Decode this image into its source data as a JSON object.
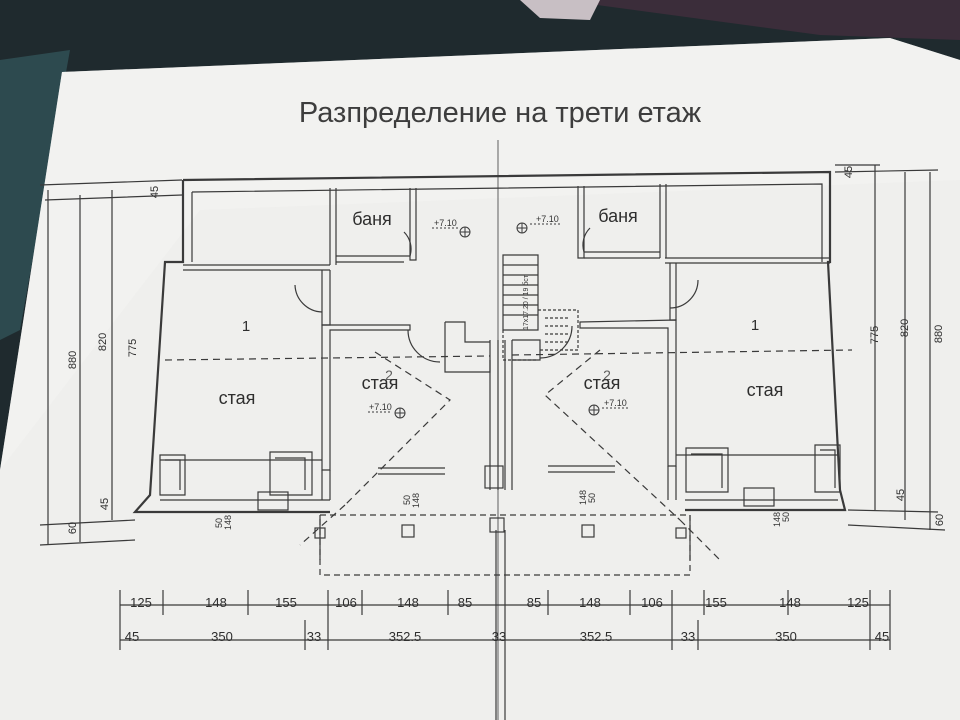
{
  "title": "Разпределение на трети етаж",
  "rooms": {
    "bath_left": "баня",
    "bath_right": "баня",
    "room1_left_number": "1",
    "room1_right_number": "1",
    "room_left_outer": "стая",
    "room_right_outer": "стая",
    "room_left_inner": "стая",
    "room_right_inner": "стая",
    "room_left_inner_number": "2",
    "room_right_inner_number": "2"
  },
  "levels": {
    "hall_left": "+7.10",
    "hall_right": "+7.10",
    "room_left": "+7.10",
    "room_right": "+7.10"
  },
  "stair_note": "17x17.20 / 19 бст",
  "window_notes": {
    "left_a": "50",
    "left_b": "148",
    "center_left_a": "50",
    "center_left_b": "148",
    "center_right_a": "148",
    "center_right_b": "50",
    "right_a": "148",
    "right_b": "50"
  },
  "dims_bottom_row1": [
    "125",
    "148",
    "155",
    "106",
    "148",
    "85",
    "85",
    "148",
    "106",
    "155",
    "148",
    "125"
  ],
  "dims_bottom_row2": [
    "45",
    "350",
    "33",
    "352.5",
    "33",
    "352.5",
    "33",
    "350",
    "45"
  ],
  "dims_left": [
    "45",
    "880",
    "820",
    "775",
    "45",
    "60"
  ],
  "dims_right": [
    "45",
    "775",
    "820",
    "880",
    "45",
    "60"
  ],
  "colors": {
    "paper": "#efefed",
    "ink": "#3a3a3a",
    "background": "#1f2a2e"
  }
}
